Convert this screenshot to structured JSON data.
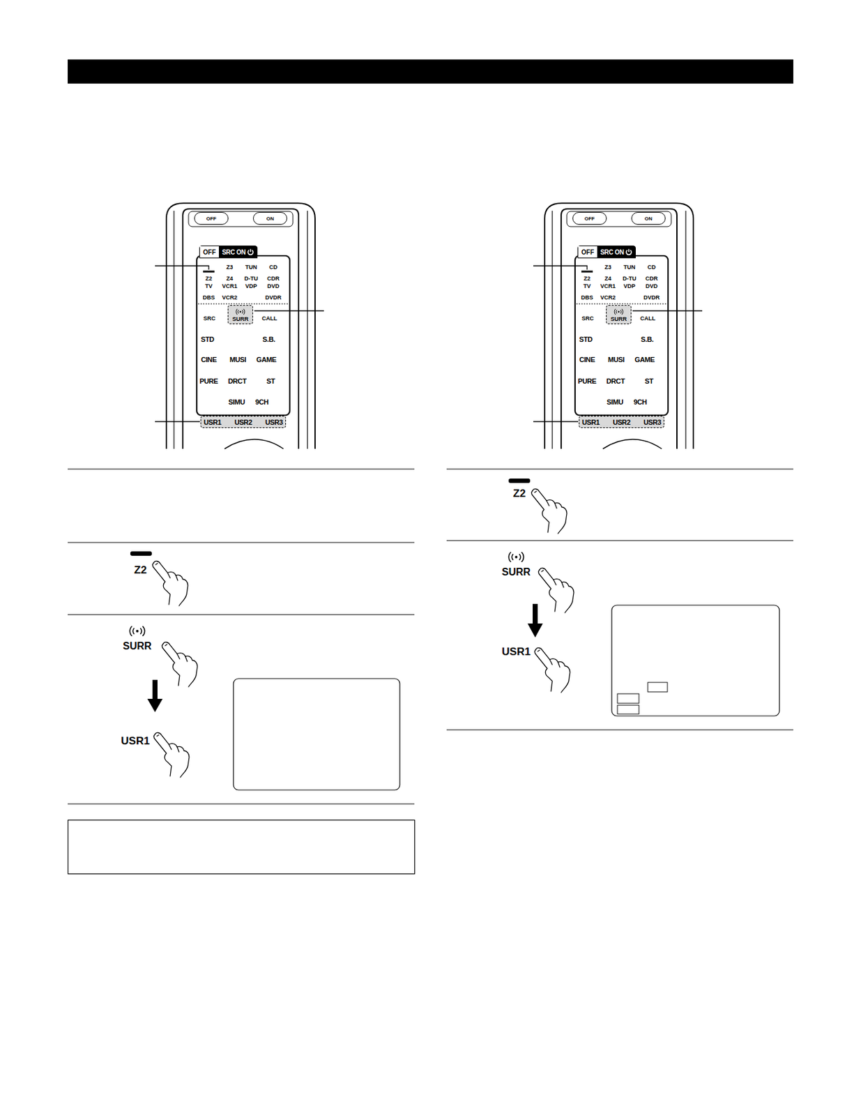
{
  "diagram": {
    "nodes": [
      {
        "text": [
          "OFF"
        ]
      },
      {
        "text": [
          "ON"
        ]
      },
      {
        "text": [
          "OFF",
          "SRC ON"
        ]
      },
      {
        "text": [
          "SURR"
        ]
      },
      {
        "text": [
          "USR1",
          "USR2",
          "USR3"
        ]
      },
      {
        "text": [
          "OFF"
        ]
      },
      {
        "text": [
          "ON"
        ]
      },
      {
        "text": [
          "OFF",
          "SRC ON"
        ]
      },
      {
        "text": [
          "SURR"
        ]
      },
      {
        "text": [
          "USR1",
          "USR2",
          "USR3"
        ]
      }
    ],
    "labels": [
      "Z3",
      "TUN",
      "CD",
      "Z2",
      "Z4",
      "D-TU",
      "CDR",
      "TV",
      "VCR1",
      "VDP",
      "DVD",
      "DBS",
      "VCR2",
      "DVDR",
      "SRC",
      "CALL",
      "STD",
      "S.B.",
      "CINE",
      "MUSI",
      "GAME",
      "PURE",
      "DRCT",
      "ST",
      "SIMU",
      "9CH",
      "Z3",
      "TUN",
      "CD",
      "Z2",
      "Z4",
      "D-TU",
      "CDR",
      "TV",
      "VCR1",
      "VDP",
      "DVD",
      "DBS",
      "VCR2",
      "DVDR",
      "SRC",
      "CALL",
      "STD",
      "S.B.",
      "CINE",
      "MUSI",
      "GAME",
      "PURE",
      "DRCT",
      "ST",
      "SIMU",
      "9CH",
      "Z2",
      "SURR",
      "USR1",
      "Z2",
      "SURR",
      "USR1"
    ]
  }
}
